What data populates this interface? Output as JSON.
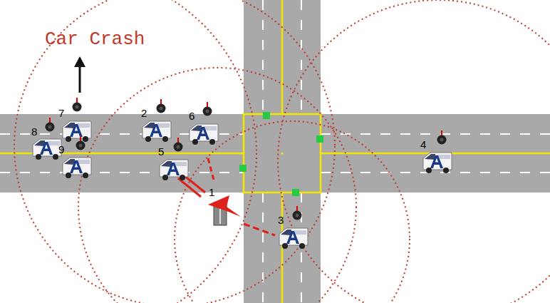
{
  "diagram": {
    "labels": [
      "Car Crash",
      "7",
      "2",
      "6",
      "8",
      "9",
      "5",
      "4",
      "1",
      "3"
    ]
  }
}
